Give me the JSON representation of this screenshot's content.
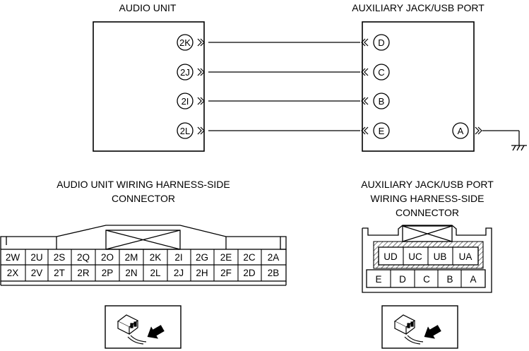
{
  "titles": {
    "audio_unit": "AUDIO UNIT",
    "aux_jack": "AUXILIARY JACK/USB PORT"
  },
  "audio_pins": [
    "2K",
    "2J",
    "2I",
    "2L"
  ],
  "aux_pins": [
    "D",
    "C",
    "B",
    "E"
  ],
  "aux_ground_pin": "A",
  "harness": {
    "audio_title_line1": "AUDIO UNIT WIRING HARNESS-SIDE",
    "audio_title_line2": "CONNECTOR",
    "aux_title_line1": "AUXILIARY JACK/USB PORT",
    "aux_title_line2": "WIRING HARNESS-SIDE",
    "aux_title_line3": "CONNECTOR"
  },
  "audio_connector": {
    "row1": [
      "2W",
      "2U",
      "2S",
      "2Q",
      "2O",
      "2M",
      "2K",
      "2I",
      "2G",
      "2E",
      "2C",
      "2A"
    ],
    "row2": [
      "2X",
      "2V",
      "2T",
      "2R",
      "2P",
      "2N",
      "2L",
      "2J",
      "2H",
      "2F",
      "2D",
      "2B"
    ]
  },
  "aux_connector": {
    "row1": [
      "UD",
      "UC",
      "UB",
      "UA"
    ],
    "row2": [
      "E",
      "D",
      "C",
      "B",
      "A"
    ]
  },
  "icons": [
    "connector-plug-icon",
    "ground-icon"
  ]
}
